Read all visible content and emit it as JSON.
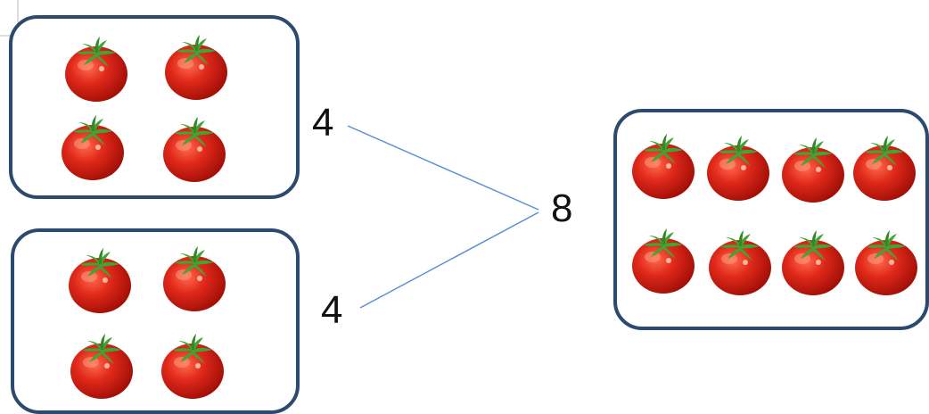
{
  "diagram": {
    "part_left_top": "4",
    "part_left_bottom": "4",
    "whole": "8",
    "line_color": "#5b8fd6",
    "box_border_color": "#2b4a6e",
    "tomato_color": "#d81e0f",
    "stem_color": "#3fa534",
    "groups": {
      "top_left_box": {
        "tomato_count": 4,
        "icon": "tomato-icon"
      },
      "bottom_left_box": {
        "tomato_count": 4,
        "icon": "tomato-icon"
      },
      "right_box": {
        "tomato_count": 8,
        "icon": "tomato-icon"
      }
    }
  }
}
